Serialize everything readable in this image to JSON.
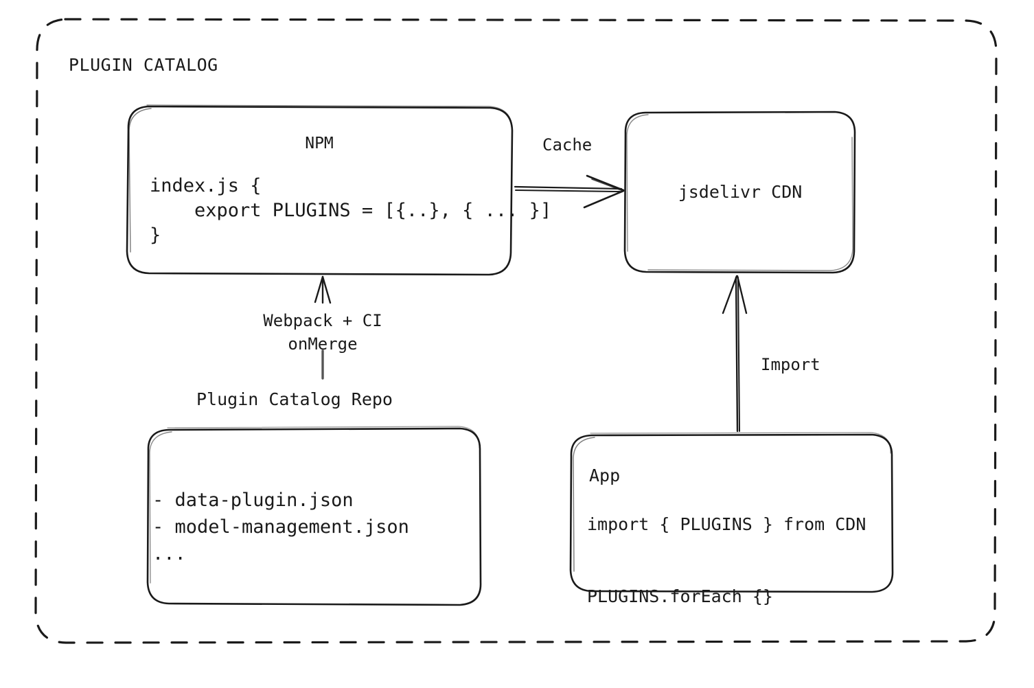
{
  "diagram": {
    "group": {
      "title": "PLUGIN CATALOG",
      "border_style": "dashed",
      "stroke_color": "#1a1a1a"
    },
    "nodes": {
      "npm": {
        "title": "NPM",
        "code_lines": "index.js {\n    export PLUGINS = [{..}, { ... }]\n}"
      },
      "cdn": {
        "title": "jsdelivr CDN"
      },
      "repo": {
        "label": "Plugin Catalog Repo",
        "list_lines": "- data-plugin.json\n- model-management.json\n..."
      },
      "app": {
        "title": "App",
        "code_lines": "import { PLUGINS } from CDN\n\nPLUGINS.forEach {}"
      }
    },
    "edges": {
      "npm_to_cdn": {
        "label": "Cache",
        "direction": "right"
      },
      "repo_to_npm": {
        "label": "Webpack + CI\nonMerge",
        "direction": "up"
      },
      "app_to_cdn": {
        "label": "Import",
        "direction": "up"
      }
    }
  }
}
